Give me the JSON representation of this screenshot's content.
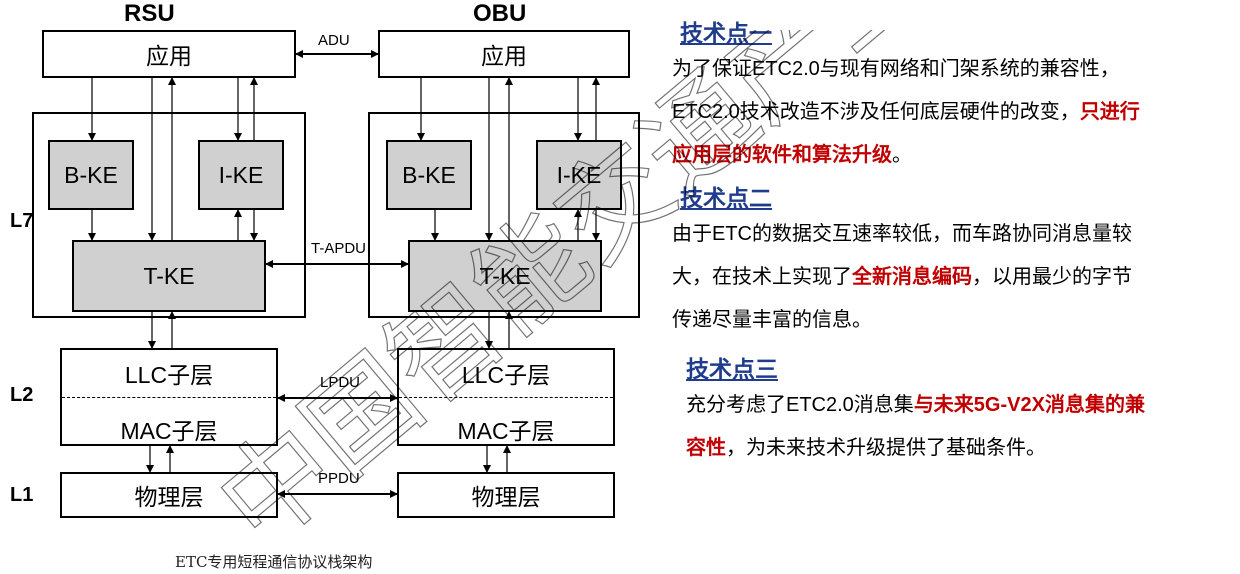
{
  "diagram": {
    "rsu_title": "RSU",
    "obu_title": "OBU",
    "app_label": "应用",
    "bke_label": "B-KE",
    "ike_label": "I-KE",
    "tke_label": "T-KE",
    "llc_label": "LLC子层",
    "mac_label": "MAC子层",
    "phy_label": "物理层",
    "adu_label": "ADU",
    "tapdu_label": "T-APDU",
    "lpdu_label": "LPDU",
    "ppdu_label": "PPDU",
    "layer_l7": "L7",
    "layer_l2": "L2",
    "layer_l1": "L1",
    "caption": "ETC专用短程通信协议栈架构"
  },
  "points": [
    {
      "title": "技术点一",
      "lines": [
        [
          {
            "t": "为了保证ETC2.0与现有网络和门架系统的兼容性，",
            "hl": false
          }
        ],
        [
          {
            "t": "ETC2.0技术改造不涉及任何底层硬件的改变，",
            "hl": false
          },
          {
            "t": "只进行",
            "hl": true
          }
        ],
        [
          {
            "t": "应用层的软件和算法升级",
            "hl": true
          },
          {
            "t": "。",
            "hl": false
          }
        ]
      ]
    },
    {
      "title": "技术点二",
      "lines": [
        [
          {
            "t": "由于ETC的数据交互速率较低，而车路协同消息量较",
            "hl": false
          }
        ],
        [
          {
            "t": "大，在技术上实现了",
            "hl": false
          },
          {
            "t": "全新消息编码",
            "hl": true
          },
          {
            "t": "，以用最少的字节",
            "hl": false
          }
        ],
        [
          {
            "t": "传递尽量丰富的信息。",
            "hl": false
          }
        ]
      ]
    },
    {
      "title": "技术点三",
      "lines": [
        [
          {
            "t": "充分考虑了ETC2.0消息集",
            "hl": false
          },
          {
            "t": "与未来5G-V2X消息集的兼",
            "hl": true
          }
        ],
        [
          {
            "t": "容性",
            "hl": true
          },
          {
            "t": "，为未来技术升级提供了基础条件。",
            "hl": false
          }
        ]
      ]
    }
  ],
  "colors": {
    "heading": "#1f3d8c",
    "highlight": "#c00000",
    "box_fill": "#d0d0d0"
  },
  "watermark": "中国智能交通产业"
}
